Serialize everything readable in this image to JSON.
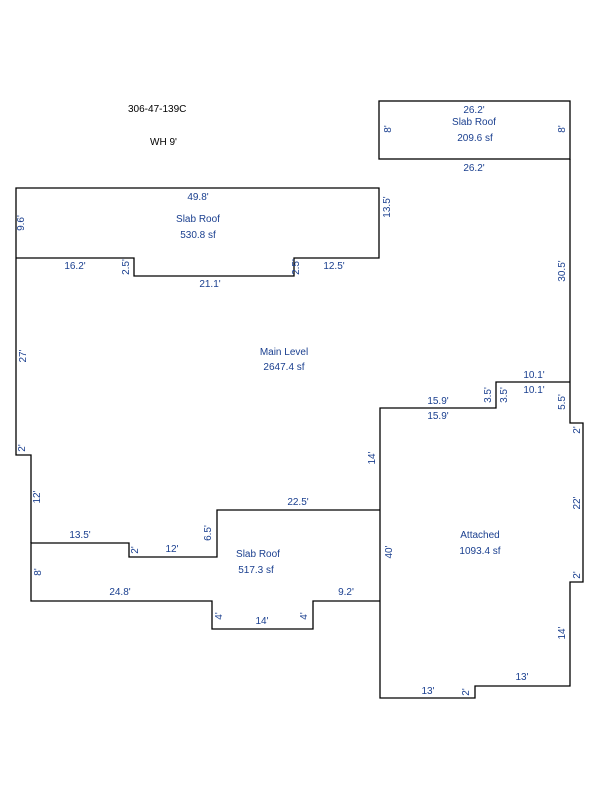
{
  "header": {
    "parcel_id": "306-47-139C",
    "wall_height": "WH 9'"
  },
  "areas": {
    "slab_roof_top_right": {
      "name": "Slab Roof",
      "area": "209.6 sf"
    },
    "slab_roof_upper_left": {
      "name": "Slab Roof",
      "area": "530.8 sf"
    },
    "main_level": {
      "name": "Main Level",
      "area": "2647.4 sf"
    },
    "slab_roof_bottom": {
      "name": "Slab Roof",
      "area": "517.3 sf"
    },
    "attached": {
      "name": "Attached",
      "area": "1093.4 sf"
    }
  },
  "dimensions": {
    "d_26_2_top": "26.2'",
    "d_8_left": "8'",
    "d_8_right": "8'",
    "d_26_2_bottom": "26.2'",
    "d_49_8": "49.8'",
    "d_9_6": "9.6'",
    "d_13_5_vert": "13.5'",
    "d_16_2": "16.2'",
    "d_2_5_left": "2.5'",
    "d_21_1": "21.1'",
    "d_2_5_right": "2.5'",
    "d_12_5": "12.5'",
    "d_30_5": "30.5'",
    "d_27": "27'",
    "d_10_1_a": "10.1'",
    "d_10_1_b": "10.1'",
    "d_3_5_a": "3.5'",
    "d_3_5_b": "3.5'",
    "d_15_9_a": "15.9'",
    "d_15_9_b": "15.9'",
    "d_5_5": "5.5'",
    "d_2_a": "2'",
    "d_14_left": "14'",
    "d_2_b": "2'",
    "d_22": "22'",
    "d_12_vert": "12'",
    "d_22_5": "22.5'",
    "d_13_5_horiz": "13.5'",
    "d_2_c": "2'",
    "d_12_horiz": "12'",
    "d_6_5": "6.5'",
    "d_40": "40'",
    "d_2_d": "2'",
    "d_8_bottom_left": "8'",
    "d_24_8": "24.8'",
    "d_9_2": "9.2'",
    "d_4_a": "4'",
    "d_14_bottom": "14'",
    "d_4_b": "4'",
    "d_14_right": "14'",
    "d_13_a": "13'",
    "d_2_e": "2'",
    "d_13_b": "13'"
  }
}
